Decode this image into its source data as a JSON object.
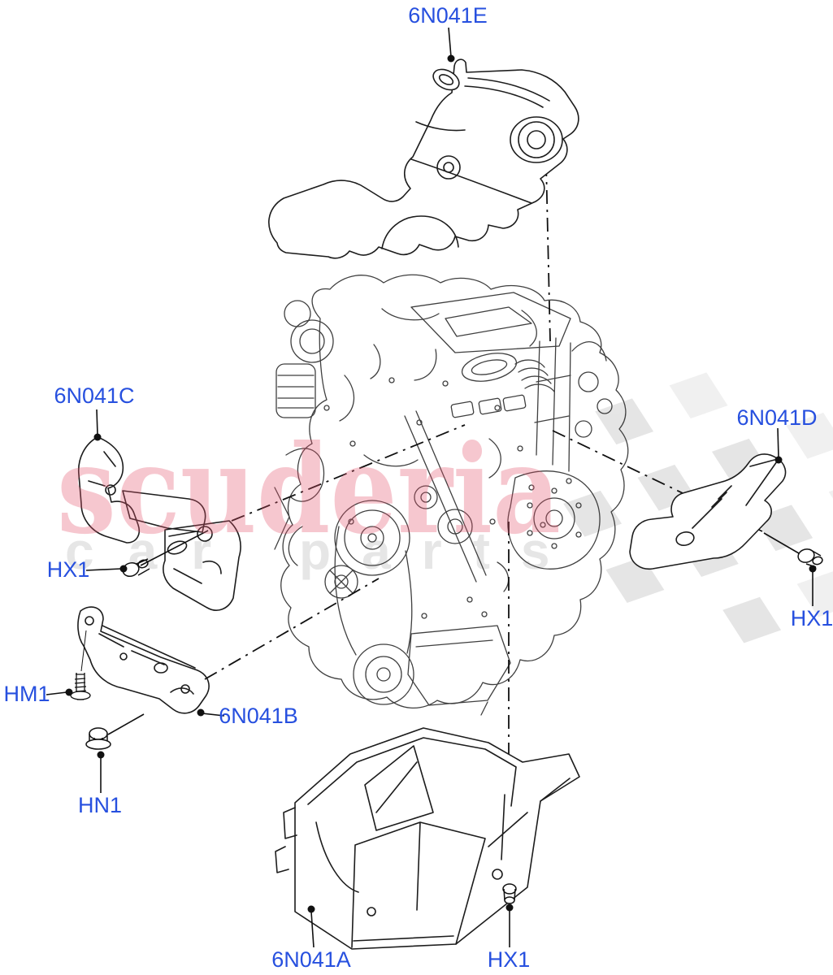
{
  "diagram": {
    "kind": "exploded-parts-line-drawing",
    "background": "#ffffff",
    "colors": {
      "label_blue": "#2750df",
      "part_line": "#1c1c1c",
      "engine_line": "#3f3f3f",
      "watermark_red": "#e2526b",
      "watermark_gray": "#e6e6e6",
      "flag_gray": "#e3e3e3"
    },
    "watermark": {
      "brand": "scuderia",
      "tagline_word1": "car",
      "tagline_word2": "parts"
    },
    "part_labels": [
      {
        "text": "6N041E"
      },
      {
        "text": "6N041C"
      },
      {
        "text": "HX1"
      },
      {
        "text": "6N041D"
      },
      {
        "text": "HX1"
      },
      {
        "text": "HM1"
      },
      {
        "text": "6N041B"
      },
      {
        "text": "HN1"
      },
      {
        "text": "6N041A"
      },
      {
        "text": "HX1"
      }
    ]
  }
}
